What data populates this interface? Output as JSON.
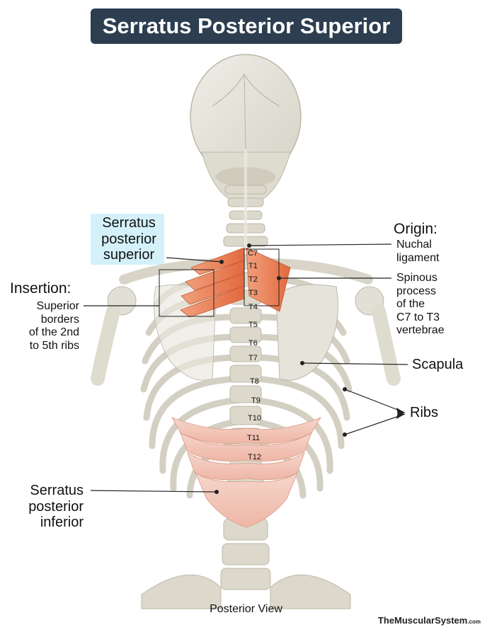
{
  "title": "Serratus Posterior Superior",
  "labels": {
    "sps": [
      "Serratus",
      "posterior",
      "superior"
    ],
    "origin_title": "Origin:",
    "origin_detail_1": [
      "Nuchal",
      "ligament"
    ],
    "origin_detail_2": [
      "Spinous",
      "process",
      "of the",
      "C7 to T3",
      "vertebrae"
    ],
    "insertion_title": "Insertion:",
    "insertion_detail": [
      "Superior",
      "borders",
      "of the 2nd",
      "to 5th ribs"
    ],
    "scapula": "Scapula",
    "ribs": "Ribs",
    "spi": [
      "Serratus",
      "posterior",
      "inferior"
    ],
    "view": "Posterior View"
  },
  "vertebrae": [
    "C7",
    "T1",
    "T2",
    "T3",
    "T4",
    "T5",
    "T6",
    "T7",
    "T8",
    "T9",
    "T10",
    "T11",
    "T12"
  ],
  "brand": {
    "name": "TheMuscularSystem",
    "suffix": ".com"
  },
  "colors": {
    "title_bg": "#2c3e50",
    "highlight": "#d4f1fa",
    "muscle_superior": "#e8774f",
    "muscle_inferior": "#f2c4b6",
    "bone": "#e2e0d6"
  }
}
